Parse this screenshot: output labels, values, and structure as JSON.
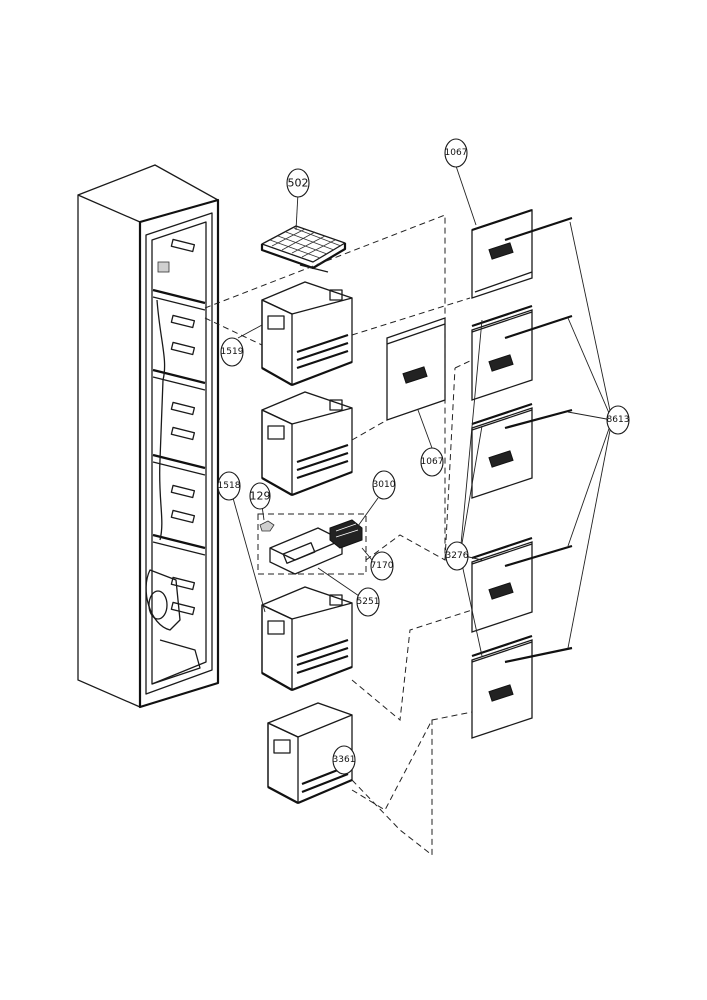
{
  "callouts": {
    "c502": "502",
    "c1067a": "1067",
    "c1067b": "1067",
    "c8613": "8613",
    "c1519": "1519",
    "c1518": "1518",
    "c129": "129",
    "c3010": "3010",
    "c7170": "7170",
    "c3276": "3276",
    "c5251": "5251",
    "c3361": "3361"
  },
  "colors": {
    "line": "#1a1a1a",
    "background": "#ffffff"
  }
}
